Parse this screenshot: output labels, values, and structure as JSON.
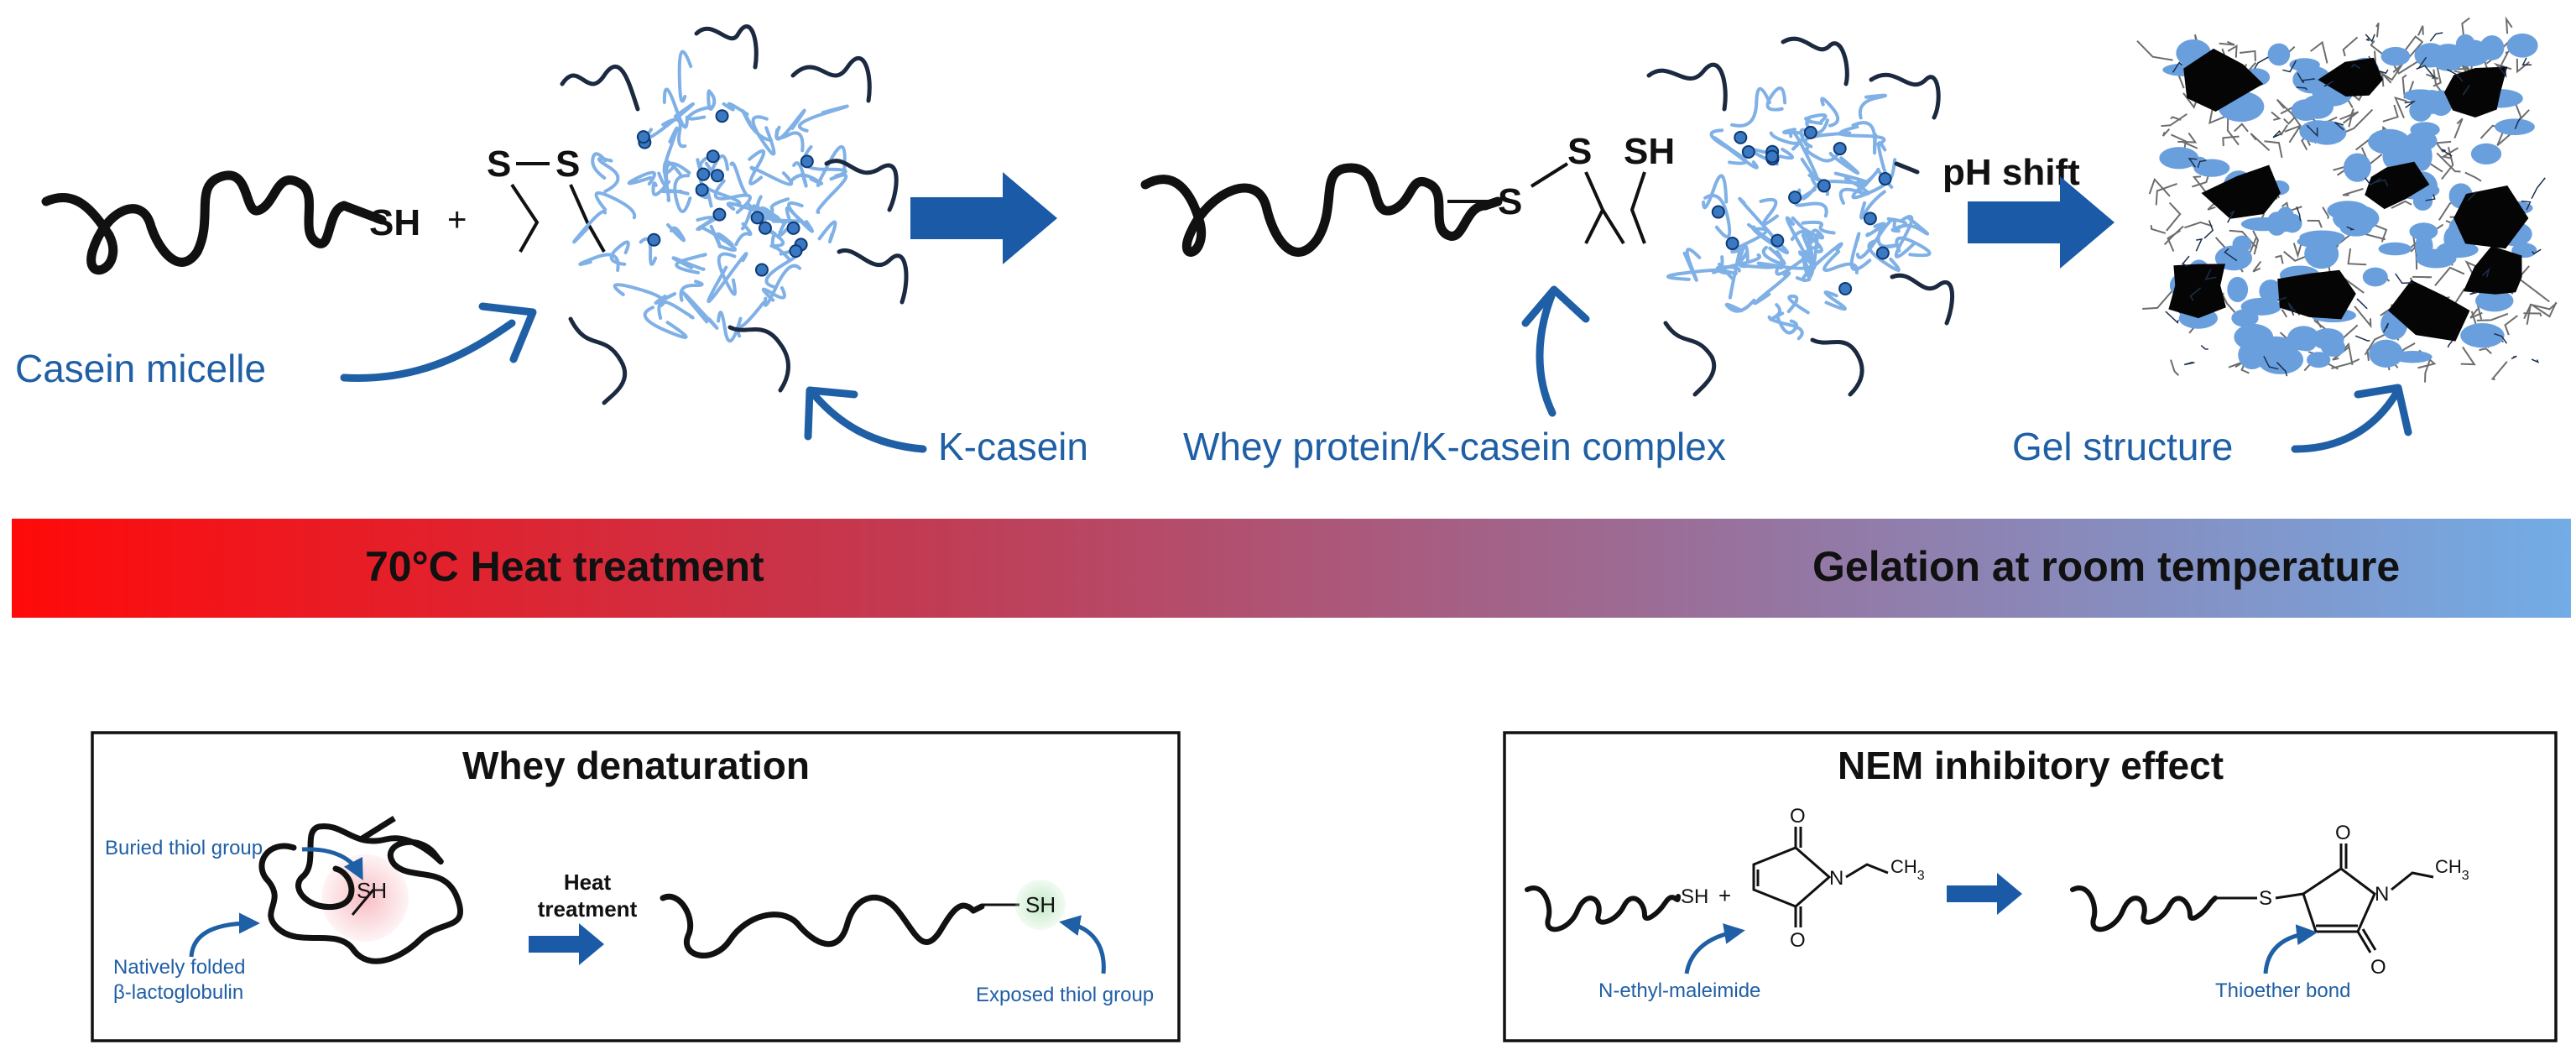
{
  "colors": {
    "accent_blue": "#1f5fa5",
    "arrow_blue": "#1a5aa6",
    "micelle_blue": "#7fb0e6",
    "gel_blob": "#6a9fde",
    "gradient_start": "#ff0a0a",
    "gradient_end": "#73ace6",
    "chain": "#111111"
  },
  "top": {
    "sh_label": "SH",
    "plus": "+",
    "s_left": "S",
    "s_right": "S",
    "casein_micelle": "Casein micelle",
    "k_casein": "K-casein",
    "complex_s1": "S",
    "complex_s2": "S",
    "complex_sh": "SH",
    "whey_complex": "Whey protein/K-casein complex",
    "ph_shift": "pH shift",
    "gel_structure": "Gel structure"
  },
  "bar": {
    "left_label": "70°C Heat treatment",
    "right_label": "Gelation at room temperature"
  },
  "whey_box": {
    "title": "Whey denaturation",
    "buried": "Buried thiol group",
    "folded_1": "Natively folded",
    "folded_2": "β-lactoglobulin",
    "sh_buried": "SH",
    "heat_1": "Heat",
    "heat_2": "treatment",
    "sh_exposed": "SH",
    "exposed": "Exposed thiol group"
  },
  "nem_box": {
    "title": "NEM inhibitory effect",
    "sh": "SH",
    "plus": "+",
    "o_top": "O",
    "n": "N",
    "ch3": "CH",
    "ch3_sub": "3",
    "o_bottom": "O",
    "nem_label": "N-ethyl-maleimide",
    "s": "S",
    "o_top2": "O",
    "n2": "N",
    "ch3_2": "CH",
    "ch3_sub2": "3",
    "o_bottom2": "O",
    "thioether": "Thioether bond"
  }
}
